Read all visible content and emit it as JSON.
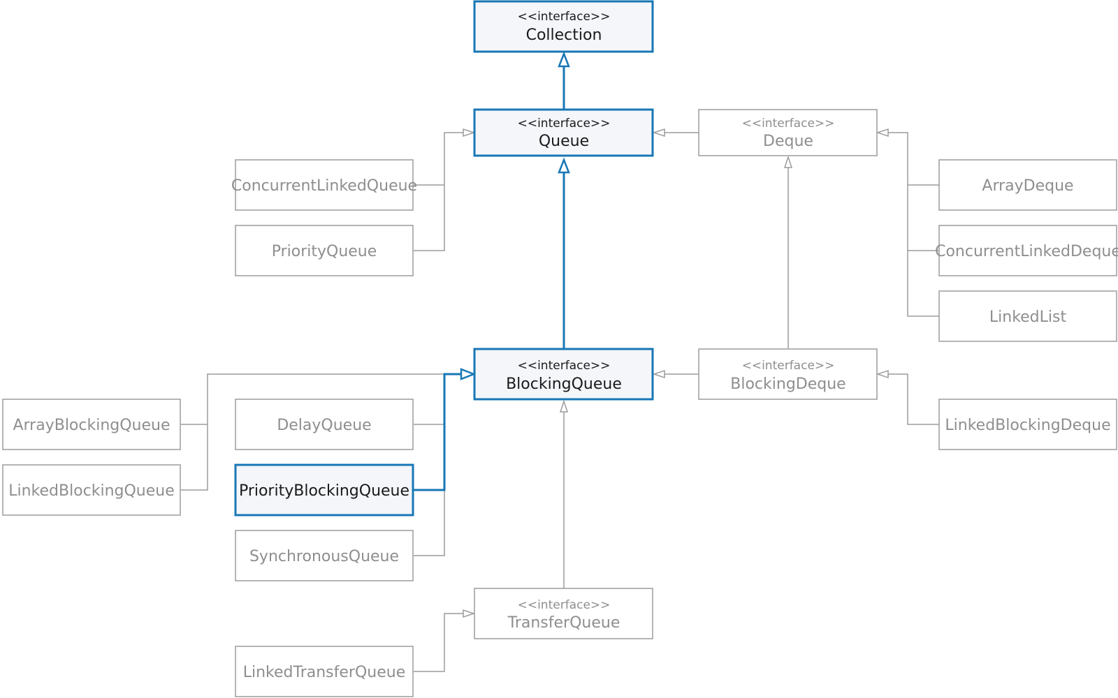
{
  "nodes": {
    "collection": {
      "stereotype": "<<interface>>",
      "name": "Collection"
    },
    "queue": {
      "stereotype": "<<interface>>",
      "name": "Queue"
    },
    "deque": {
      "stereotype": "<<interface>>",
      "name": "Deque"
    },
    "blocking_queue": {
      "stereotype": "<<interface>>",
      "name": "BlockingQueue"
    },
    "blocking_deque": {
      "stereotype": "<<interface>>",
      "name": "BlockingDeque"
    },
    "transfer_queue": {
      "stereotype": "<<interface>>",
      "name": "TransferQueue"
    },
    "concurrent_linked_queue": {
      "name": "ConcurrentLinkedQueue"
    },
    "priority_queue": {
      "name": "PriorityQueue"
    },
    "array_deque": {
      "name": "ArrayDeque"
    },
    "concurrent_linked_deque": {
      "name": "ConcurrentLinkedDeque"
    },
    "linked_list": {
      "name": "LinkedList"
    },
    "array_blocking_queue": {
      "name": "ArrayBlockingQueue"
    },
    "linked_blocking_queue": {
      "name": "LinkedBlockingQueue"
    },
    "delay_queue": {
      "name": "DelayQueue"
    },
    "priority_blocking_queue": {
      "name": "PriorityBlockingQueue"
    },
    "synchronous_queue": {
      "name": "SynchronousQueue"
    },
    "linked_blocking_deque": {
      "name": "LinkedBlockingDeque"
    },
    "linked_transfer_queue": {
      "name": "LinkedTransferQueue"
    }
  },
  "highlighted_path": [
    "priority_blocking_queue",
    "blocking_queue",
    "queue",
    "collection"
  ],
  "colors": {
    "highlight": "#1877b5",
    "highlight_fill": "#f4f6fa",
    "dim_stroke": "#9c9c9c",
    "dim_text": "#8e8e8e",
    "text": "#1a1a1a"
  }
}
